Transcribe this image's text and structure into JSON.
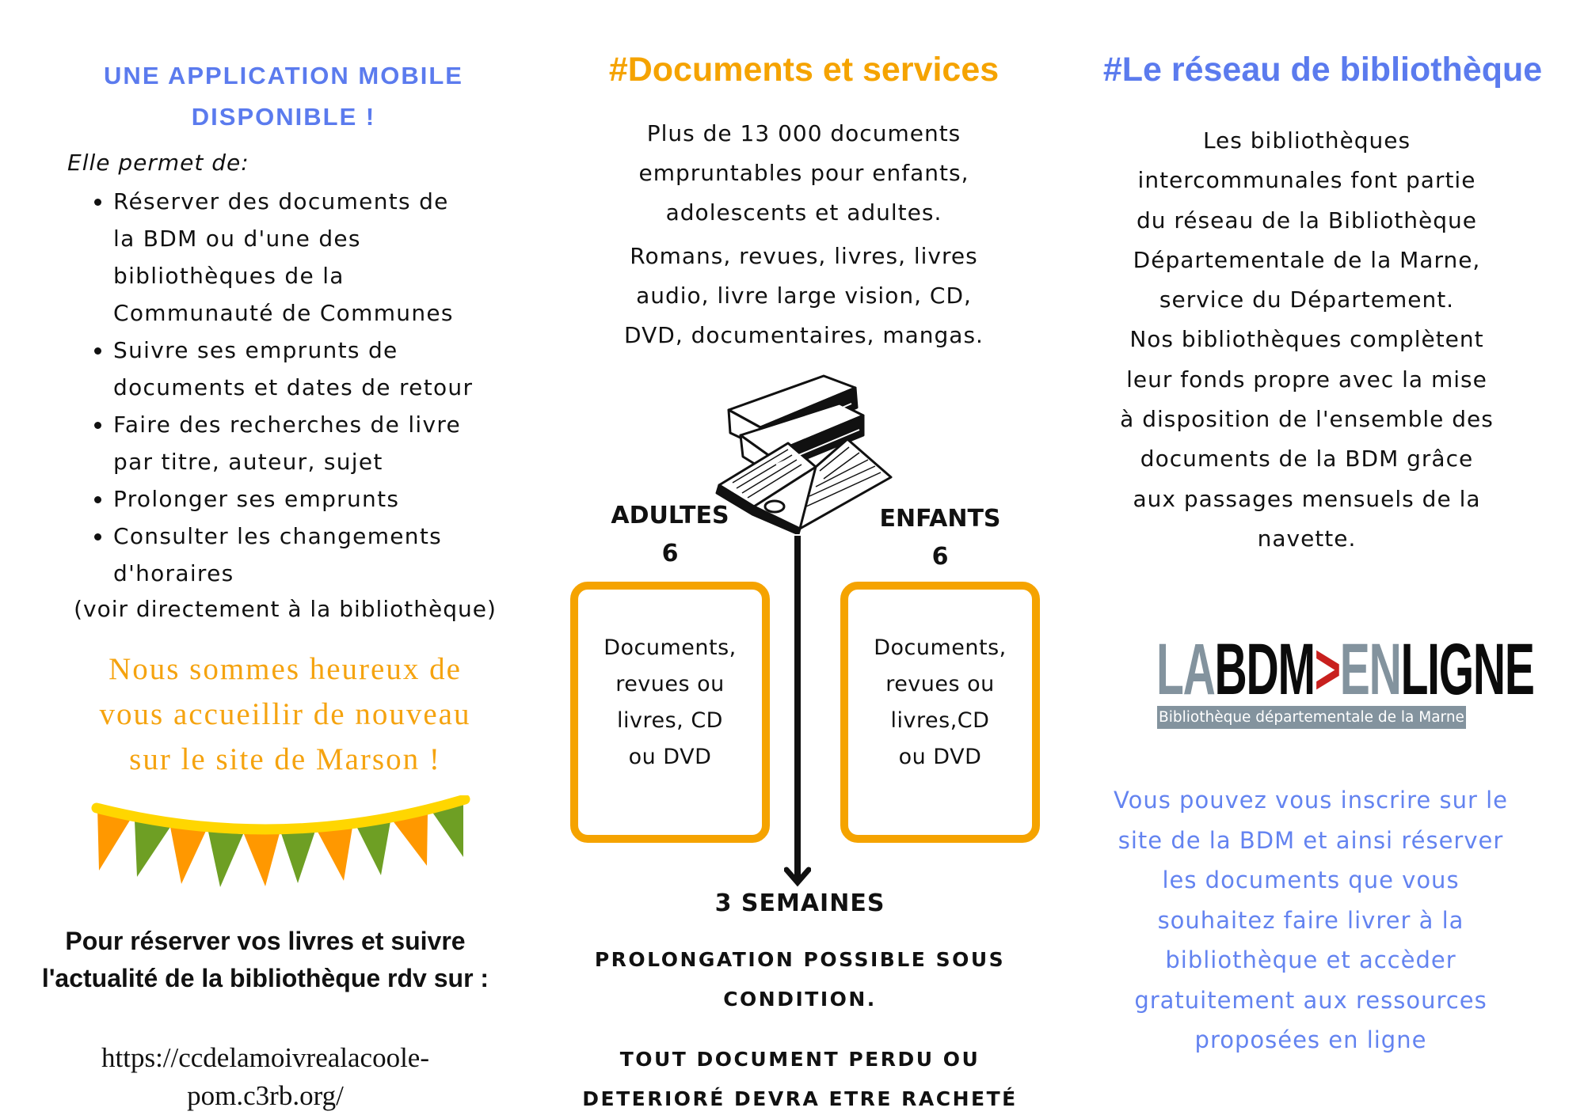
{
  "left": {
    "app_title": "UNE APPLICATION MOBILE\nDISPONIBLE !",
    "intro": "Elle permet de:",
    "bullets": [
      "Réserver des documents de\nla BDM ou d'une des\nbibliothèques de la\nCommunauté de Communes",
      "Suivre ses emprunts de\ndocuments et dates de retour",
      "Faire des recherches de livre\npar titre, auteur, sujet",
      "Prolonger ses emprunts",
      "Consulter les changements\nd'horaires"
    ],
    "note": "(voir directement à la bibliothèque)",
    "welcome": "Nous sommes heureux de\nvous accueillir de nouveau\nsur le site de  Marson !",
    "reserve_text": "Pour réserver vos livres et suivre\nl'actualité de la bibliothèque rdv sur :",
    "url": "https://ccdelamoivrealacoole-\npom.c3rb.org/"
  },
  "middle": {
    "heading": "#Documents et services",
    "para1": "Plus de 13 000 documents\nempruntables pour enfants,\nadolescents et adultes.",
    "para2": "Romans, revues, livres, livres\naudio, livre large vision, CD,\nDVD, documentaires, mangas.",
    "adults_label": "ADULTES",
    "adults_count": "6",
    "children_label": "ENFANTS",
    "children_count": "6",
    "adults_box": "Documents,\nrevues ou\nlivres, CD\nou DVD",
    "children_box": "Documents,\nrevues ou\nlivres,CD\nou DVD",
    "duration": "3 SEMAINES",
    "extension": "PROLONGATION POSSIBLE SOUS\nCONDITION.",
    "lost": "TOUT DOCUMENT PERDU OU\nDETERIORÉ DEVRA ETRE RACHETÉ",
    "accent_color": "#F5A300"
  },
  "right": {
    "heading": "#Le réseau de bibliothèque",
    "para": "Les bibliothèques\nintercommunales font partie\ndu réseau de la Bibliothèque\nDépartementale de la Marne,\nservice du Département.\nNos bibliothèques complètent\nleur fonds propre avec la mise\nà disposition de l'ensemble des\ndocuments de la BDM grâce\naux passages mensuels de la\nnavette.",
    "logo": {
      "la": "LA",
      "bdm": "BDM",
      "arrow": ">",
      "en": "EN",
      "ligne": "LIGNE",
      "subtitle": "Bibliothèque départementale de la Marne"
    },
    "blue_text": "Vous pouvez vous inscrire sur le\nsite de la BDM et ainsi réserver\nles documents que vous\nsouhaitez faire livrer à la\nbibliothèque et accèder\ngratuitement aux ressources\nproposées en ligne",
    "accent_color": "#5B7BEE"
  }
}
